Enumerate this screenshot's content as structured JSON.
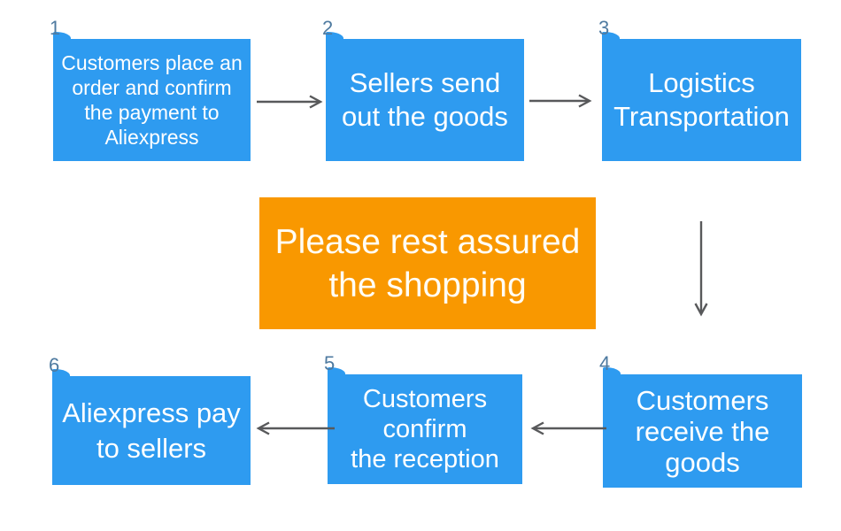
{
  "diagram": {
    "description": "Aliexpress shopping process flow",
    "colors": {
      "box_blue": "#2E9BF0",
      "banner_orange": "#F99800",
      "arrow_gray": "#58595B",
      "step_number_blue_gray": "#4E7AA0",
      "text_white": "#FFFFFF",
      "background": "#FFFFFF"
    }
  },
  "steps": [
    {
      "number": "1",
      "label": "Customers place an\norder and confirm\nthe payment to\nAliexpress"
    },
    {
      "number": "2",
      "label": "Sellers send\nout the goods"
    },
    {
      "number": "3",
      "label": "Logistics\nTransportation"
    },
    {
      "number": "4",
      "label": "Customers\nreceive the\ngoods"
    },
    {
      "number": "5",
      "label": "Customers\nconfirm\nthe reception"
    },
    {
      "number": "6",
      "label": "Aliexpress pay\nto sellers"
    }
  ],
  "banner": {
    "label": "Please rest assured\nthe shopping"
  },
  "arrows": [
    {
      "name": "step1-to-step2",
      "direction": "right"
    },
    {
      "name": "step2-to-step3",
      "direction": "right"
    },
    {
      "name": "step3-to-step4",
      "direction": "down"
    },
    {
      "name": "step4-to-step5",
      "direction": "left"
    },
    {
      "name": "step5-to-step6",
      "direction": "left"
    }
  ]
}
